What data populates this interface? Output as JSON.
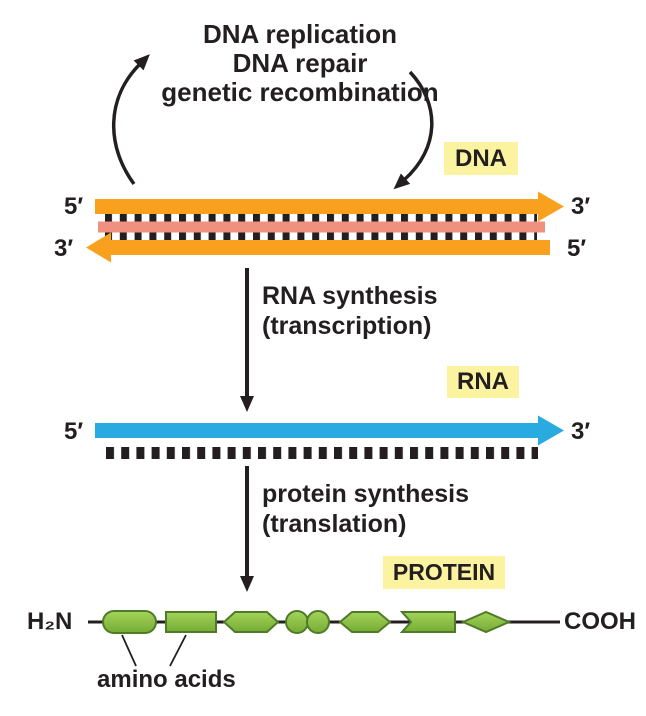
{
  "cycle": {
    "line1": "DNA replication",
    "line2": "DNA repair",
    "line3": "genetic recombination"
  },
  "dna": {
    "badge": "DNA",
    "top_strand": {
      "left_end": "5′",
      "right_end": "3′"
    },
    "bottom_strand": {
      "left_end": "3′",
      "right_end": "5′"
    }
  },
  "transcription": {
    "line1": "RNA synthesis",
    "line2": "(transcription)"
  },
  "rna": {
    "badge": "RNA",
    "left_end": "5′",
    "right_end": "3′"
  },
  "translation": {
    "line1": "protein synthesis",
    "line2": "(translation)"
  },
  "protein": {
    "badge": "PROTEIN",
    "left_terminus": "H₂N",
    "right_terminus": "COOH",
    "callout": "amino acids"
  },
  "colors": {
    "dna_strand_orange": "#F9A11E",
    "base_pair_band_pink": "#F0907F",
    "rna_strand_blue": "#29ABE2",
    "highlight_yellow": "#FBF3A0",
    "amino_acid_green": "#8DC63F",
    "ink_black": "#231F20"
  }
}
